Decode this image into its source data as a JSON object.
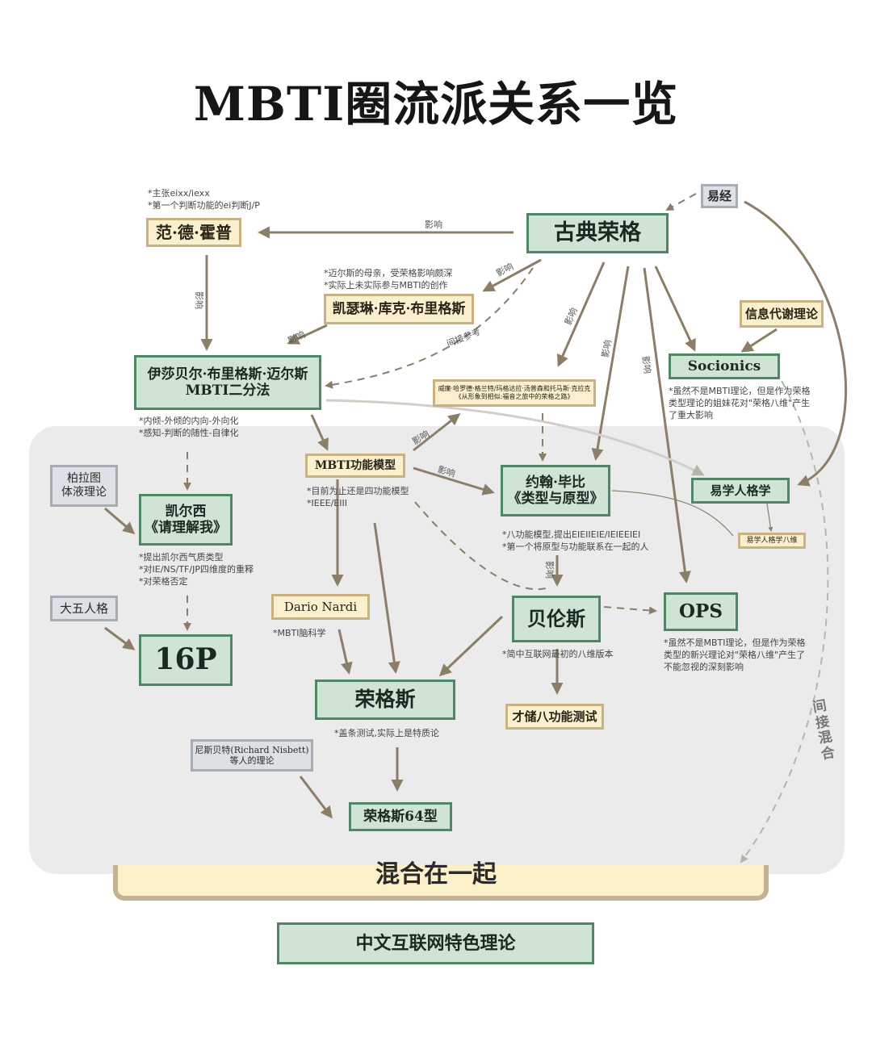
{
  "title": "MBTI圈流派关系一览",
  "mix_label": "混合在一起",
  "nodes": {
    "classic_jung": "古典荣格",
    "yijing": "易经",
    "van_der_hoop": "范·德·霍普",
    "katharine": "凯瑟琳·库克·布里格斯",
    "myers": "伊莎贝尔·布里格斯·迈尔斯\nMBTI二分法",
    "metabolism": "信息代谢理论",
    "socionics": "Socionics",
    "book": "威廉·哈罗德·格兰特/玛格达拉·汤普森和托马斯·克拉克\n《从形象到相似:福音之旅中的荣格之路》",
    "plato": "柏拉图\n体液理论",
    "keirsey": "凯尔西\n《请理解我》",
    "function_model": "MBTI功能模型",
    "beebe": "约翰·毕比\n《类型与原型》",
    "yixue": "易学人格学",
    "yixue8": "易学人格学八维",
    "bigfive": "大五人格",
    "p16": "16P",
    "nardi": "Dario Nardi",
    "berens": "贝伦斯",
    "ops": "OPS",
    "jungs": "荣格斯",
    "caichu": "才储八功能测试",
    "nisbett": "尼斯贝特(Richard Nisbett)\n等人的理论",
    "jungs64": "荣格斯64型",
    "chinese": "中文互联网特色理论"
  },
  "notes": {
    "van_der_hoop": "*主张eixx/iexx\n*第一个判断功能的ei判断J/P",
    "katharine": "*迈尔斯的母亲，受荣格影响颇深\n*实际上未实际参与MBTI的创作",
    "myers": "*内倾-外倾的内向-外向化\n*感知-判断的随性-自律化",
    "socionics": "*虽然不是MBTI理论，但是作为荣格\n类型理论的姐妹花对\"荣格八维\"产生\n了重大影响",
    "function_model": "*目前为止还是四功能模型\n*IEEE/EIII",
    "keirsey": "*提出凯尔西气质类型\n*对IE/NS/TF/JP四维度的重释\n*对荣格否定",
    "beebe": "*八功能模型,提出EIEIIEIE/IEIEEIEI\n*第一个将原型与功能联系在一起的人",
    "nardi": "*MBTI脑科学",
    "berens": "*简中互联网最初的八维版本",
    "ops": "*虽然不是MBTI理论，但是作为荣格\n类型的新兴理论对\"荣格八维\"产生了\n不能忽视的深刻影响",
    "jungs": "*盖条测试,实际上是特质论"
  },
  "edge_labels": {
    "influence": "影响",
    "indirect_ref": "间接参考",
    "indirect_mix": "间接混合"
  },
  "colors": {
    "green_fill": "#cfe4d4",
    "green_border": "#4f8666",
    "yellow_fill": "#fbf0cd",
    "yellow_border": "#c9b181",
    "gray_fill": "#dde1e6",
    "arrow": "#8c7d68",
    "mix_area": "#ebebeb"
  }
}
